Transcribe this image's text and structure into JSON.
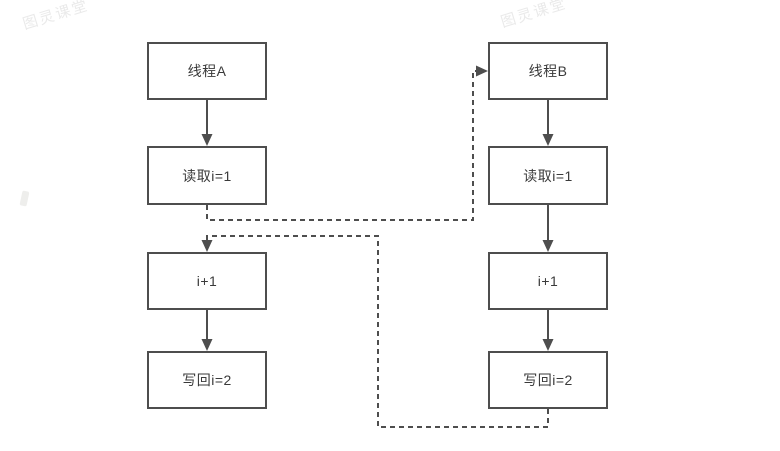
{
  "watermarks": [
    {
      "text": "图灵课堂"
    },
    {
      "text": "图灵课堂"
    }
  ],
  "diagram": {
    "type": "flowchart",
    "nodes": [
      {
        "id": "thread-a",
        "label": "线程A"
      },
      {
        "id": "read-a",
        "label": "读取i=1"
      },
      {
        "id": "inc-a",
        "label": "i+1"
      },
      {
        "id": "write-a",
        "label": "写回i=2"
      },
      {
        "id": "thread-b",
        "label": "线程B"
      },
      {
        "id": "read-b",
        "label": "读取i=1"
      },
      {
        "id": "inc-b",
        "label": "i+1"
      },
      {
        "id": "write-b",
        "label": "写回i=2"
      }
    ],
    "edges_solid": [
      {
        "from": "thread-a",
        "to": "read-a"
      },
      {
        "from": "inc-a",
        "to": "write-a"
      },
      {
        "from": "thread-b",
        "to": "read-b"
      },
      {
        "from": "read-b",
        "to": "inc-b"
      },
      {
        "from": "inc-b",
        "to": "write-b"
      }
    ],
    "edges_dashed": [
      {
        "from": "read-a",
        "to": "thread-b"
      },
      {
        "from": "write-b",
        "to": "inc-a"
      }
    ]
  },
  "colors": {
    "background": "#ffffff",
    "line": "#4e4e4e",
    "text": "#3a3a3a",
    "watermark": "#eaeaea"
  }
}
